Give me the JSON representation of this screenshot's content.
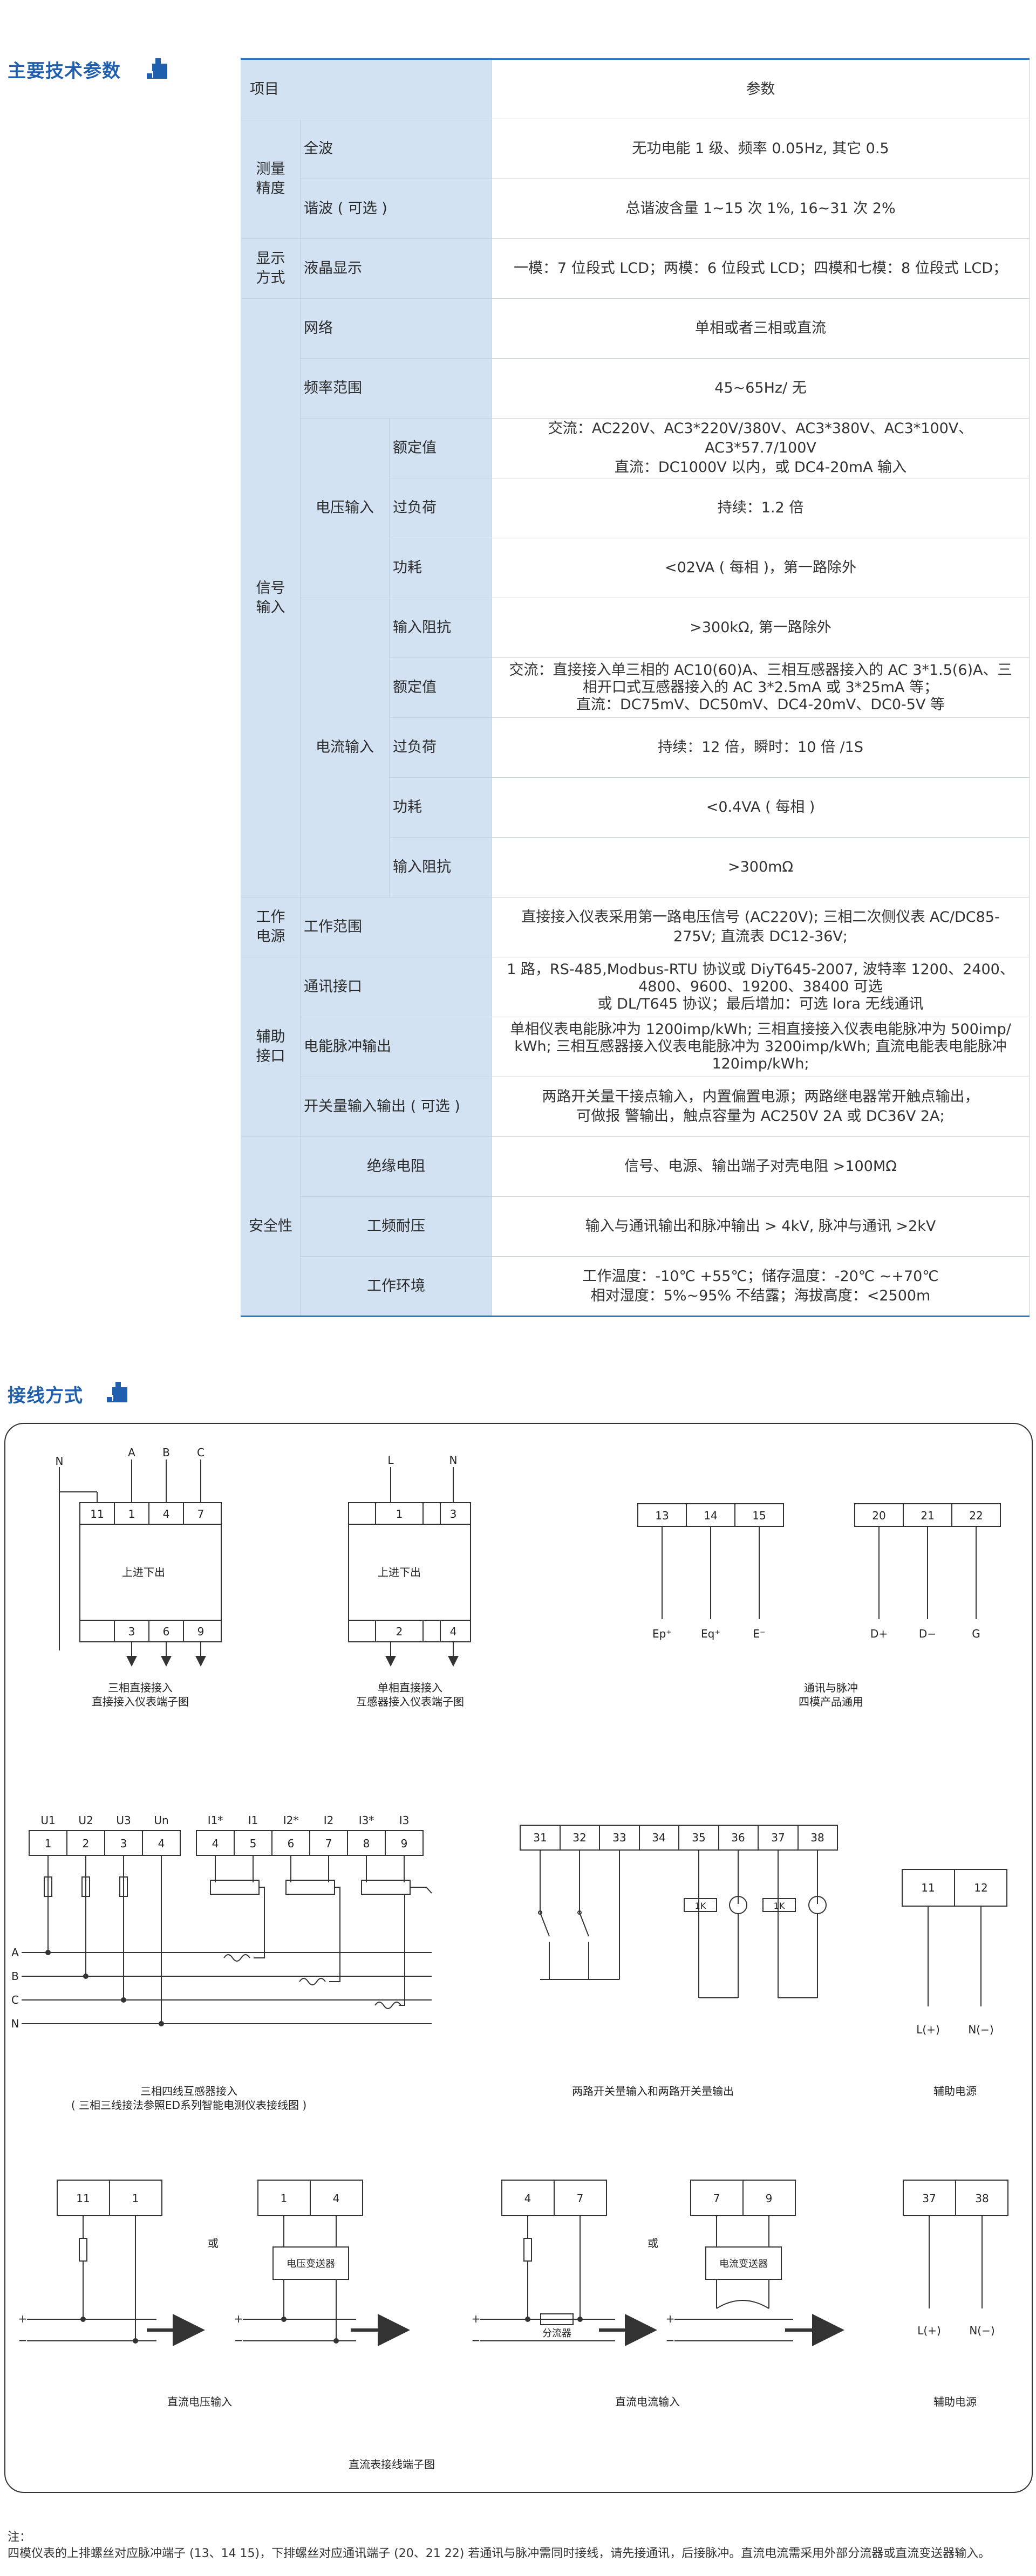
{
  "section1": {
    "title": "主要技术参数"
  },
  "section2": {
    "title": "接线方式"
  },
  "table": {
    "header": {
      "item": "项目",
      "param": "参数"
    },
    "rows": {
      "accuracy": "测量精度",
      "full_wave": "全波",
      "full_wave_val": "无功电能 1 级、频率 0.05Hz, 其它 0.5",
      "harmonic": "谐波 ( 可选 )",
      "harmonic_val": "总谐波含量 1~15 次 1%, 16~31 次 2%",
      "display": "显示方式",
      "lcd": "液晶显示",
      "lcd_val": "一模：7 位段式 LCD；两模：6 位段式 LCD；四模和七模：8 位段式 LCD；",
      "signal_input": "信号输入",
      "network": "网络",
      "network_val": "单相或者三相或直流",
      "freq": "频率范围",
      "freq_val": "45~65Hz/ 无",
      "voltage_input": "电压输入",
      "rated": "额定值",
      "v_rated_val_1": "交流：AC220V、AC3*220V/380V、AC3*380V、AC3*100V、AC3*57.7/100V",
      "v_rated_val_2": "直流：DC1000V 以内，或 DC4-20mA 输入",
      "overload": "过负荷",
      "v_overload_val": "持续：1.2 倍",
      "power": "功耗",
      "v_power_val": "<02VA ( 每相 )，第一路除外",
      "current_input": "电流输入",
      "impedance": "输入阻抗",
      "c_impedance_val": ">300kΩ, 第一路除外",
      "c_rated_val_1": "交流：直接接入单三相的 AC10(60)A、三相互感器接入的 AC 3*1.5(6)A、三",
      "c_rated_val_2": "相开口式互感器接入的 AC 3*2.5mA 或 3*25mA 等；",
      "c_rated_val_3": "直流：DC75mV、DC50mV、DC4-20mV、DC0-5V 等",
      "c_overload_val": "持续：12 倍，瞬时：10 倍 /1S",
      "c_power_val": "<0.4VA ( 每相 )",
      "c_impedance2_val": ">300mΩ",
      "work_power": "工作电源",
      "work_range": "工作范围",
      "work_range_val_1": "直接接入仪表采用第一路电压信号 (AC220V); 三相二次侧仪表 AC/DC85-",
      "work_range_val_2": "275V; 直流表 DC12-36V;",
      "aux": "辅助接口",
      "comm": "通讯接口",
      "comm_val_1": "1 路，RS-485,Modbus-RTU 协议或 DiyT645-2007, 波特率 1200、2400、",
      "comm_val_2": "4800、9600、19200、38400 可选",
      "comm_val_3": "或 DL/T645 协议；最后增加：可选 lora 无线通讯",
      "pulse": "电能脉冲输出",
      "pulse_val_1": "单相仪表电能脉冲为 1200imp/kWh; 三相直接接入仪表电能脉冲为 500imp/",
      "pulse_val_2": "kWh; 三相互感器接入仪表电能脉冲为 3200imp/kWh; 直流电能表电能脉冲",
      "pulse_val_3": "120imp/kWh;",
      "switch": "开关量输入输出 ( 可选 )",
      "switch_val_1": "两路开关量干接点输入，内置偏置电源；两路继电器常开触点输出，",
      "switch_val_2": "可做报 警输出，触点容量为 AC250V 2A 或 DC36V 2A;",
      "safety": "安全性",
      "insulation": "绝缘电阻",
      "insulation_val": "信号、电源、输出端子对壳电阻 >100MΩ",
      "withstand": "工频耐压",
      "withstand_val": "输入与通讯输出和脉冲输出 > 4kV, 脉冲与通讯 >2kV",
      "env": "工作环境",
      "env_val_1": "工作温度：-10℃ +55℃；储存温度：-20℃ ~+70℃",
      "env_val_2": "相对湿度：5%~95% 不结露；海拔高度：<2500m"
    }
  },
  "diagram": {
    "d1": {
      "labels": [
        "N",
        "A",
        "B",
        "C"
      ],
      "top": [
        "11",
        "1",
        "4",
        "7"
      ],
      "mid": "上进下出",
      "bottom": [
        "3",
        "6",
        "9"
      ],
      "caption1": "三相直接接入",
      "caption2": "直接接入仪表端子图"
    },
    "d2": {
      "labels": [
        "L",
        "N"
      ],
      "top": [
        "1",
        "3"
      ],
      "mid": "上进下出",
      "bottom": [
        "2",
        "4"
      ],
      "caption1": "单相直接接入",
      "caption2": "互感器接入仪表端子图"
    },
    "d3": {
      "terms": [
        "13",
        "14",
        "15"
      ],
      "labels": [
        "Ep⁺",
        "Eq⁺",
        "E⁻"
      ]
    },
    "d4": {
      "terms": [
        "20",
        "21",
        "22"
      ],
      "labels": [
        "D+",
        "D−",
        "G"
      ]
    },
    "comm_caption1": "通讯与脉冲",
    "comm_caption2": "四模产品通用",
    "d5": {
      "vlabels": [
        "U1",
        "U2",
        "U3",
        "Un"
      ],
      "vterms": [
        "1",
        "2",
        "3",
        "4"
      ],
      "ilabels": [
        "I1*",
        "I1",
        "I2*",
        "I2",
        "I3*",
        "I3"
      ],
      "iterms": [
        "4",
        "5",
        "6",
        "7",
        "8",
        "9"
      ],
      "lines": [
        "A",
        "B",
        "C",
        "N"
      ],
      "caption1": "三相四线互感器接入",
      "caption2": "( 三相三线接法参照ED系列智能电测仪表接线图 )"
    },
    "d6": {
      "terms": [
        "31",
        "32",
        "33",
        "34",
        "35",
        "36",
        "37",
        "38"
      ],
      "res": "1K",
      "caption": "两路开关量输入和两路开关量输出"
    },
    "d7": {
      "terms": [
        "11",
        "12"
      ],
      "labels": [
        "L(+)",
        "N(−)"
      ],
      "caption": "辅助电源"
    },
    "d8": {
      "termsA": [
        "11",
        "1"
      ],
      "or": "或",
      "termsB": [
        "1",
        "4"
      ],
      "box": "电压变送器",
      "plus": "+",
      "minus": "−",
      "caption": "直流电压输入"
    },
    "d9": {
      "termsA": [
        "4",
        "7"
      ],
      "or": "或",
      "termsB": [
        "7",
        "9"
      ],
      "shunt": "分流器",
      "box": "电流变送器",
      "caption": "直流电流输入"
    },
    "d10": {
      "terms": [
        "37",
        "38"
      ],
      "labels": [
        "L(+)",
        "N(−)"
      ],
      "caption": "辅助电源"
    },
    "bottom_caption": "直流表接线端子图"
  },
  "note": {
    "title": "注：",
    "text": "四模仪表的上排螺丝对应脉冲端子 (13、14 15)，下排螺丝对应通讯端子 (20、21 22) 若通讯与脉冲需同时接线，请先接通讯，后接脉冲。直流电流需采用外部分流器或直流变送器输入。"
  }
}
